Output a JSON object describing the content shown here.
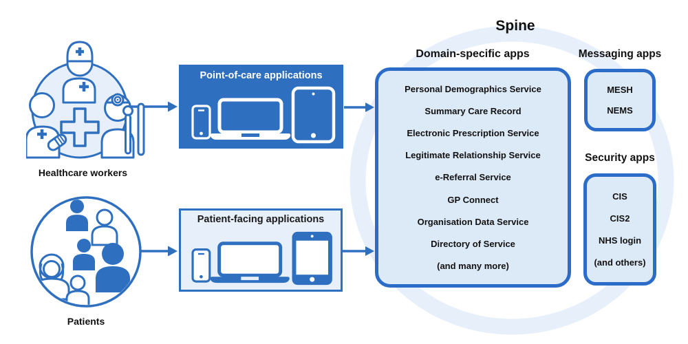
{
  "colors": {
    "primary_blue": "#2e6fc0",
    "border_blue": "#2b6cc8",
    "light_box_fill": "#dce9f7",
    "lighter_box_fill": "#e7f0fa",
    "ring_pale_blue": "#e6effa",
    "text_dark": "#111111",
    "white": "#ffffff"
  },
  "actors": {
    "healthcare_workers": {
      "label": "Healthcare workers"
    },
    "patients": {
      "label": "Patients"
    }
  },
  "application_boxes": {
    "point_of_care": {
      "title": "Point-of-care applications",
      "devices": [
        "smartphone",
        "laptop",
        "tablet"
      ]
    },
    "patient_facing": {
      "title": "Patient-facing applications",
      "devices": [
        "smartphone",
        "laptop",
        "tablet"
      ]
    }
  },
  "spine": {
    "title": "Spine",
    "domain_apps": {
      "heading": "Domain-specific apps",
      "items": [
        "Personal Demographics Service",
        "Summary Care Record",
        "Electronic Prescription Service",
        "Legitimate Relationship Service",
        "e-Referral Service",
        "GP Connect",
        "Organisation Data Service",
        "Directory of Service",
        "(and many more)"
      ]
    },
    "messaging_apps": {
      "heading": "Messaging apps",
      "items": [
        "MESH",
        "NEMS"
      ]
    },
    "security_apps": {
      "heading": "Security apps",
      "items": [
        "CIS",
        "CIS2",
        "NHS login",
        "(and others)"
      ]
    }
  }
}
